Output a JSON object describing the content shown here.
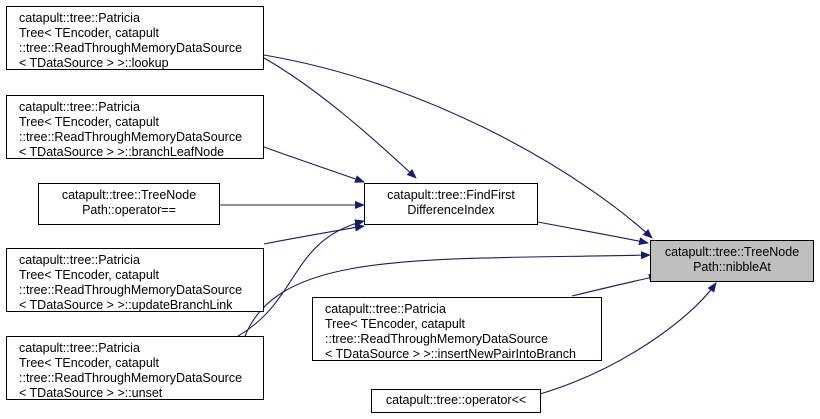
{
  "nodes": {
    "lookup": {
      "lines": [
        "catapult::tree::Patricia",
        "Tree< TEncoder, catapult",
        "::tree::ReadThroughMemoryDataSource",
        "< TDataSource > >::lookup"
      ]
    },
    "branchLeafNode": {
      "lines": [
        "catapult::tree::Patricia",
        "Tree< TEncoder, catapult",
        "::tree::ReadThroughMemoryDataSource",
        "< TDataSource > >::branchLeafNode"
      ]
    },
    "operatorEq": {
      "lines": [
        "catapult::tree::TreeNode",
        "Path::operator=="
      ]
    },
    "updateBranchLink": {
      "lines": [
        "catapult::tree::Patricia",
        "Tree< TEncoder, catapult",
        "::tree::ReadThroughMemoryDataSource",
        "< TDataSource > >::updateBranchLink"
      ]
    },
    "unset": {
      "lines": [
        "catapult::tree::Patricia",
        "Tree< TEncoder, catapult",
        "::tree::ReadThroughMemoryDataSource",
        "< TDataSource > >::unset"
      ]
    },
    "findFirst": {
      "lines": [
        "catapult::tree::FindFirst",
        "DifferenceIndex"
      ]
    },
    "insertNewPair": {
      "lines": [
        "catapult::tree::Patricia",
        "Tree< TEncoder, catapult",
        "::tree::ReadThroughMemoryDataSource",
        "< TDataSource > >::insertNewPairIntoBranch"
      ]
    },
    "operatorShift": {
      "lines": [
        "catapult::tree::operator<<"
      ]
    },
    "nibbleAt": {
      "lines": [
        "catapult::tree::TreeNode",
        "Path::nibbleAt"
      ]
    }
  },
  "colors": {
    "edge": "#191970",
    "focus_fill": "#bfbfbf",
    "border": "#000000"
  }
}
